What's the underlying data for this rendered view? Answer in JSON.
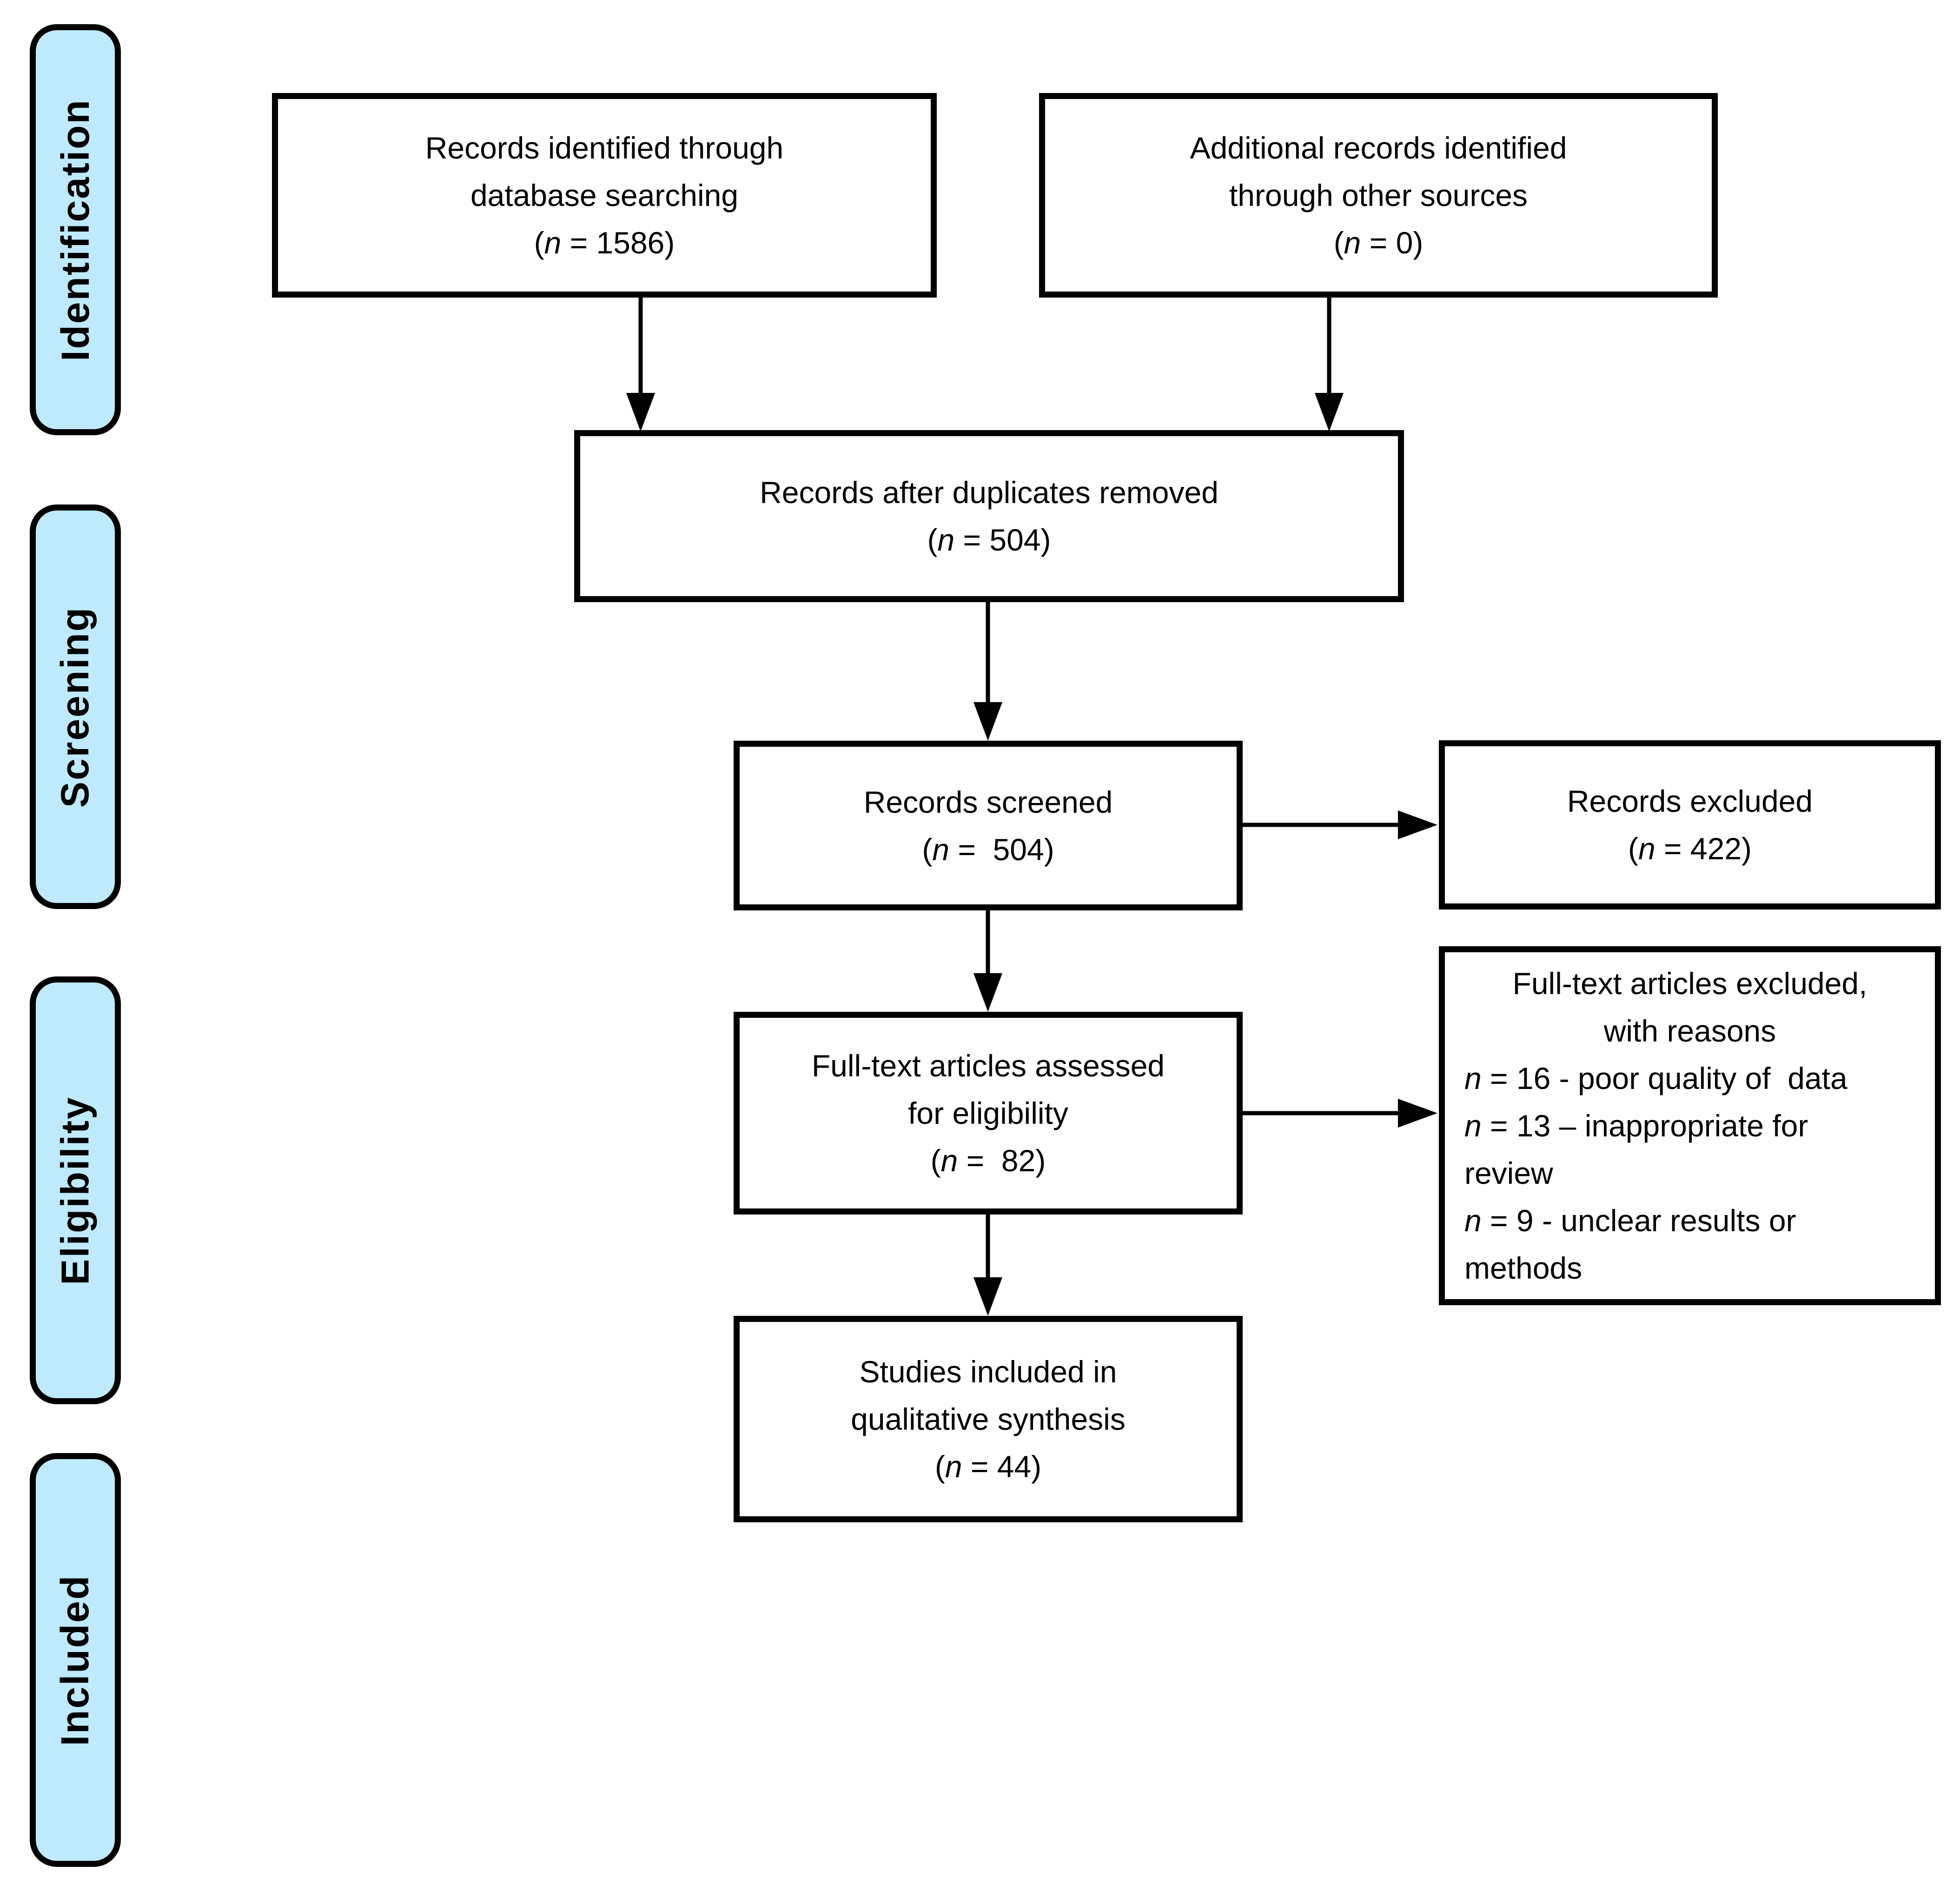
{
  "colors": {
    "stroke": "#000000",
    "box_fill": "#ffffff",
    "stage_fill": "#bfe9fd",
    "text": "#000000",
    "page_bg": "#ffffff"
  },
  "stages": [
    {
      "label": "Identification"
    },
    {
      "label": "Screening"
    },
    {
      "label": "Eligibility"
    },
    {
      "label": "Included"
    }
  ],
  "boxes": [
    {
      "name": "records-identified",
      "lines": [
        {
          "a": "c",
          "s": [
            {
              "t": "Records identified through"
            }
          ]
        },
        {
          "a": "c",
          "s": [
            {
              "t": "database searching"
            }
          ]
        },
        {
          "a": "c",
          "s": [
            {
              "t": "("
            },
            {
              "t": "n",
              "i": true
            },
            {
              "t": " = 1586)"
            }
          ]
        }
      ]
    },
    {
      "name": "additional-records",
      "lines": [
        {
          "a": "c",
          "s": [
            {
              "t": "Additional records identified"
            }
          ]
        },
        {
          "a": "c",
          "s": [
            {
              "t": "through other sources"
            }
          ]
        },
        {
          "a": "c",
          "s": [
            {
              "t": "("
            },
            {
              "t": "n",
              "i": true
            },
            {
              "t": " = 0)"
            }
          ]
        }
      ]
    },
    {
      "name": "duplicates-removed",
      "lines": [
        {
          "a": "c",
          "s": [
            {
              "t": "Records after duplicates removed"
            }
          ]
        },
        {
          "a": "c",
          "s": [
            {
              "t": "("
            },
            {
              "t": "n",
              "i": true
            },
            {
              "t": " = 504)"
            }
          ]
        }
      ]
    },
    {
      "name": "records-screened",
      "lines": [
        {
          "a": "c",
          "s": [
            {
              "t": "Records screened"
            }
          ]
        },
        {
          "a": "c",
          "s": [
            {
              "t": "("
            },
            {
              "t": "n",
              "i": true
            },
            {
              "t": " =  504)"
            }
          ]
        }
      ]
    },
    {
      "name": "records-excluded",
      "lines": [
        {
          "a": "c",
          "s": [
            {
              "t": "Records excluded"
            }
          ]
        },
        {
          "a": "c",
          "s": [
            {
              "t": "("
            },
            {
              "t": "n",
              "i": true
            },
            {
              "t": " = 422)"
            }
          ]
        }
      ]
    },
    {
      "name": "fulltext-assessed",
      "lines": [
        {
          "a": "c",
          "s": [
            {
              "t": "Full-text articles assessed"
            }
          ]
        },
        {
          "a": "c",
          "s": [
            {
              "t": "for eligibility"
            }
          ]
        },
        {
          "a": "c",
          "s": [
            {
              "t": "("
            },
            {
              "t": "n",
              "i": true
            },
            {
              "t": " =  82)"
            }
          ]
        }
      ]
    },
    {
      "name": "fulltext-excluded",
      "lines": [
        {
          "a": "c",
          "s": [
            {
              "t": "Full-text articles excluded,"
            }
          ]
        },
        {
          "a": "c",
          "s": [
            {
              "t": "with reasons"
            }
          ]
        },
        {
          "a": "l",
          "s": [
            {
              "t": "n",
              "i": true
            },
            {
              "t": " = 16 - poor quality of  data"
            }
          ]
        },
        {
          "a": "l",
          "s": [
            {
              "t": "n",
              "i": true
            },
            {
              "t": " = 13 – inappropriate for"
            }
          ]
        },
        {
          "a": "l",
          "s": [
            {
              "t": "review"
            }
          ]
        },
        {
          "a": "l",
          "s": [
            {
              "t": "n",
              "i": true
            },
            {
              "t": " = 9 - unclear results or"
            }
          ]
        },
        {
          "a": "l",
          "s": [
            {
              "t": "methods"
            }
          ]
        }
      ]
    },
    {
      "name": "studies-included",
      "lines": [
        {
          "a": "c",
          "s": [
            {
              "t": "Studies included in"
            }
          ]
        },
        {
          "a": "c",
          "s": [
            {
              "t": "qualitative synthesis"
            }
          ]
        },
        {
          "a": "c",
          "s": [
            {
              "t": "("
            },
            {
              "t": "n",
              "i": true
            },
            {
              "t": " = 44)"
            }
          ]
        }
      ]
    }
  ]
}
